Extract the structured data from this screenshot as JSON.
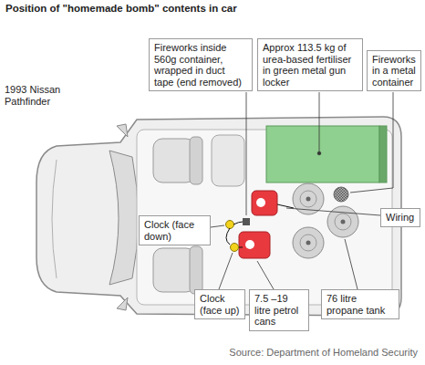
{
  "diagram": {
    "title": "Position of \"homemade bomb\" contents in car",
    "caption": "Source: Department of Homeland Security",
    "nodes": [
      {
        "text": [
          "Fireworks inside 560g container, wrapped in duct tape (end removed)"
        ]
      },
      {
        "text": [
          "Approx 113.5 kg of urea-based fertiliser in green metal gun locker"
        ]
      },
      {
        "text": [
          "Fireworks in a metal container"
        ]
      },
      {
        "text": [
          "Wiring"
        ]
      },
      {
        "text": [
          "Clock (face down)"
        ]
      },
      {
        "text": [
          "Clock (face up)"
        ]
      },
      {
        "text": [
          "7.5 –19 litre petrol cans"
        ]
      },
      {
        "text": [
          "76 litre propane tank"
        ]
      }
    ],
    "labels": [
      "1993 Nissan Pathfinder"
    ]
  }
}
